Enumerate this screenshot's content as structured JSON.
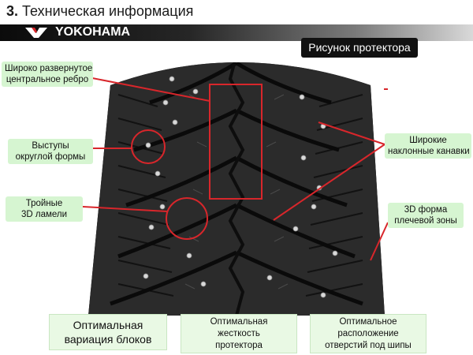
{
  "header": {
    "section_number": "3.",
    "title": "Техническая информация"
  },
  "brand": {
    "name": "YOKOHAMA"
  },
  "tread_badge": "Рисунок протектора",
  "callouts": {
    "center_rib": {
      "line1": "Широко развернутое",
      "line2": "центральное ребро"
    },
    "round_bumps": {
      "line1": "Выступы",
      "line2": "округлой формы"
    },
    "triple_sipes": {
      "line1": "Тройные",
      "line2": "3D ламели"
    },
    "wide_grooves": {
      "line1": "Широкие",
      "line2": "наклонные канавки"
    },
    "shoulder_3d": {
      "line1": "3D форма",
      "line2": "плечевой зоны"
    }
  },
  "bottom_boxes": [
    {
      "line1": "Оптимальная",
      "line2": "вариация блоков",
      "line3": ""
    },
    {
      "line1": "Оптимальная",
      "line2": "жесткость",
      "line3": "протектора"
    },
    {
      "line1": "Оптимальное",
      "line2": "расположение",
      "line3": "отверстий под шипы"
    }
  ],
  "colors": {
    "annotation_red": "#d8262b",
    "callout_green": "#d6f5d1",
    "tire_dark": "#1f1f1f",
    "stud_silver": "#d9d9d9"
  }
}
